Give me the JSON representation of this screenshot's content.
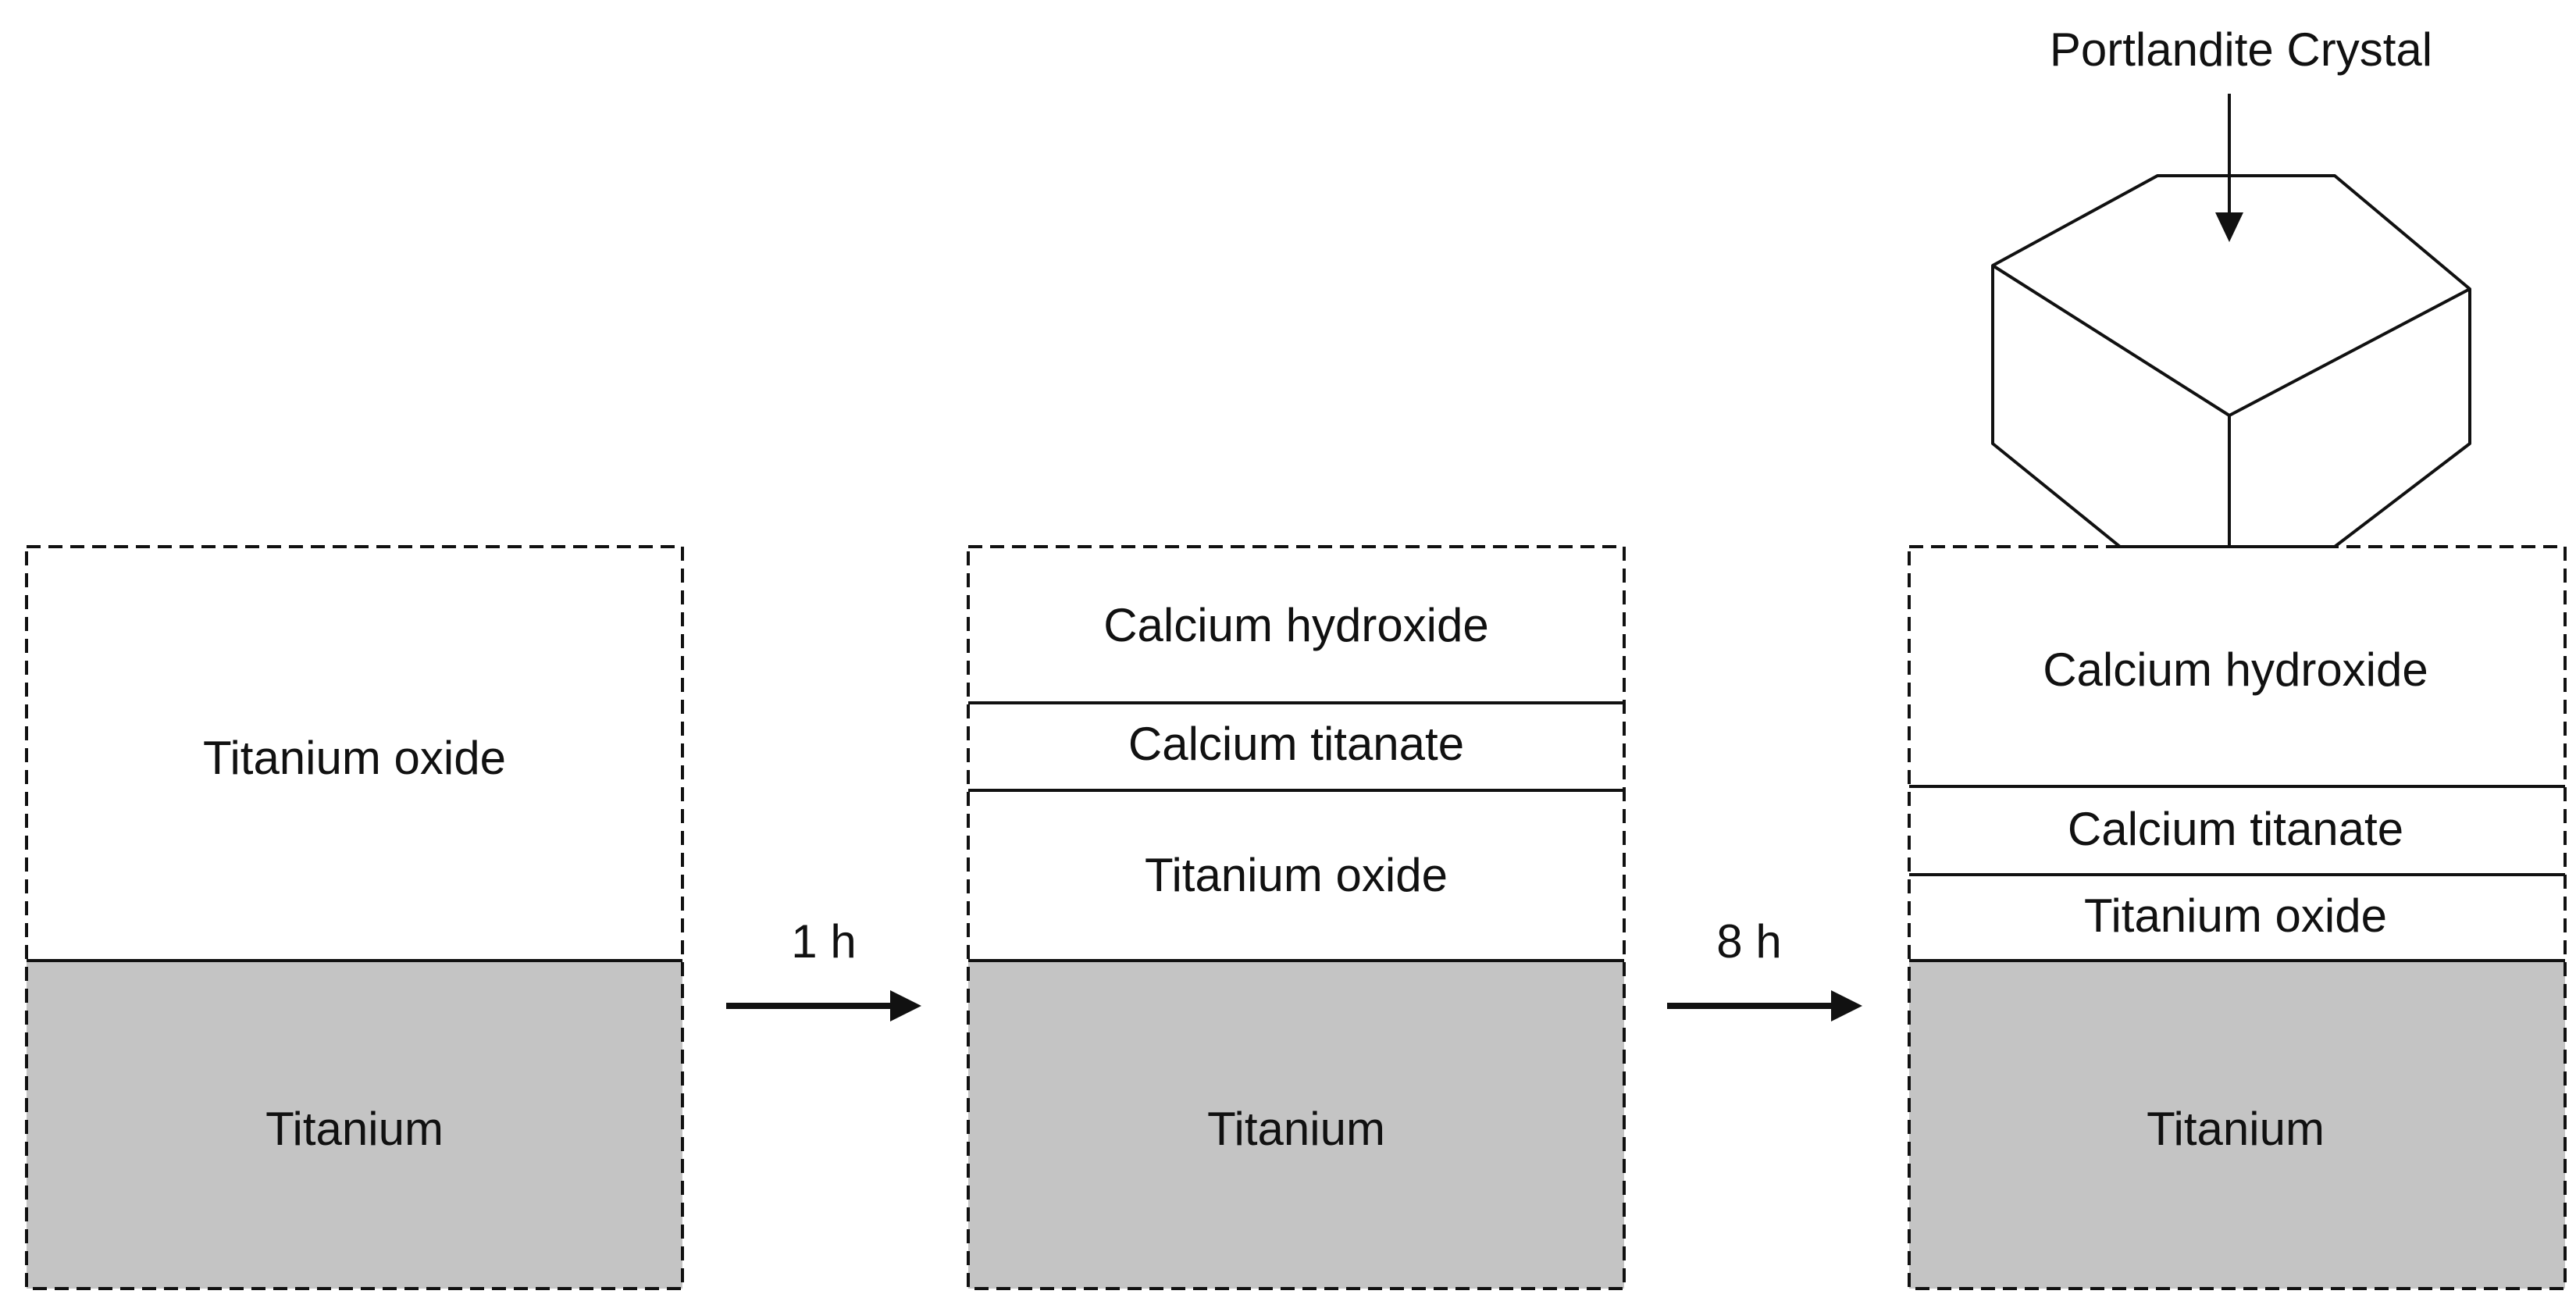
{
  "colors": {
    "stroke": "#111111",
    "substrate": "#c4c4c4",
    "layer": "#ffffff"
  },
  "stages": [
    {
      "layers": [
        "Titanium oxide",
        "Titanium"
      ]
    },
    {
      "layers": [
        "Calcium hydroxide",
        "Calcium titanate",
        "Titanium oxide",
        "Titanium"
      ]
    },
    {
      "layers": [
        "Calcium hydroxide",
        "Calcium titanate",
        "Titanium oxide",
        "Titanium"
      ]
    }
  ],
  "arrows": [
    {
      "label": "1 h"
    },
    {
      "label": "8 h"
    }
  ],
  "crystal": {
    "label": "Portlandite Crystal"
  }
}
